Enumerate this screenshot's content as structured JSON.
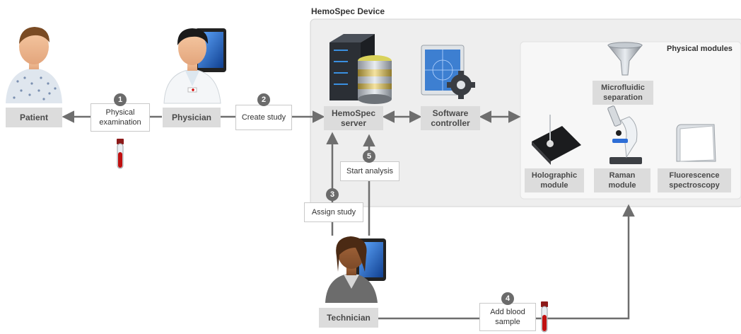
{
  "device": {
    "title": "HemoSpec Device",
    "modules_title": "Physical modules"
  },
  "actors": {
    "patient": "Patient",
    "physician": "Physician",
    "technician": "Technician"
  },
  "components": {
    "server": "HemoSpec\nserver",
    "controller": "Software\ncontroller"
  },
  "modules": {
    "microfluidic": "Microfluidic\nseparation",
    "holographic": "Holographic\nmodule",
    "raman": "Raman\nmodule",
    "fluorescence": "Fluorescence\nspectroscopy"
  },
  "steps": [
    {
      "number": "1",
      "label": "Physical\nexamination"
    },
    {
      "number": "2",
      "label": "Create study"
    },
    {
      "number": "3",
      "label": "Assign study"
    },
    {
      "number": "4",
      "label": "Add blood\nsample"
    },
    {
      "number": "5",
      "label": "Start analysis"
    }
  ],
  "colors": {
    "arrow": "#6e6e6e",
    "label_bg": "#dcdcdc",
    "device_bg": "#eeeeee",
    "modules_bg": "#f7f7f7"
  }
}
